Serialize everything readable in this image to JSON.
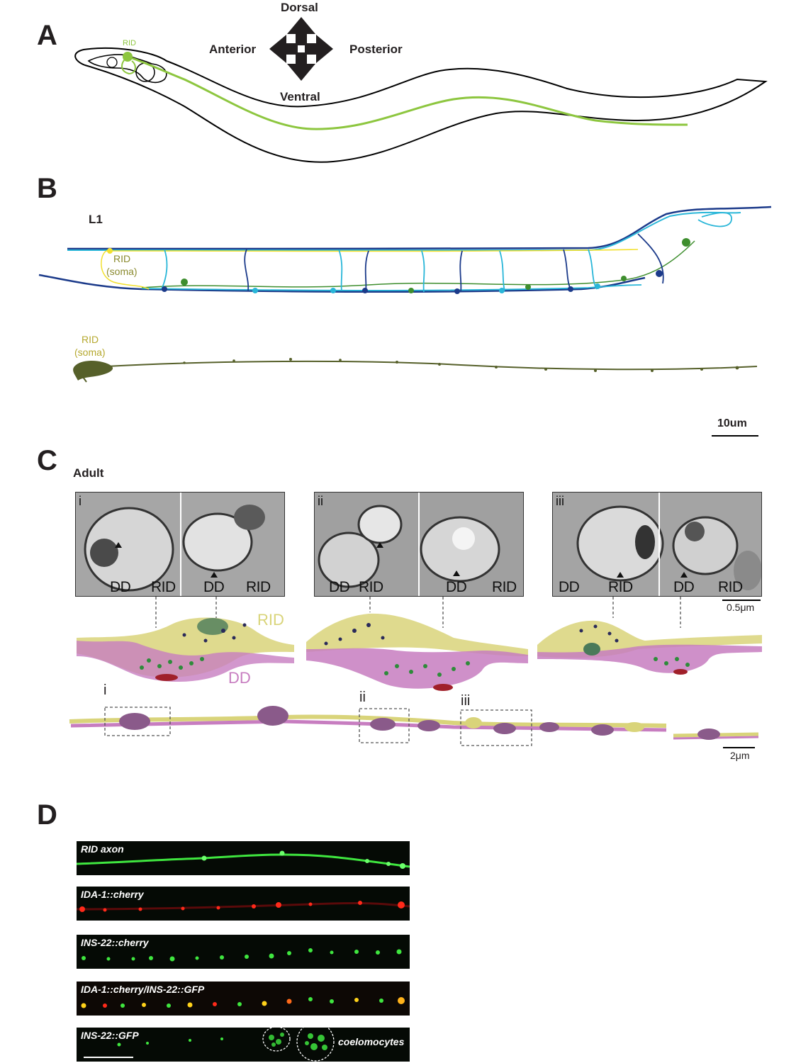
{
  "panels": {
    "A": {
      "letter": "A",
      "compass": {
        "dorsal": "Dorsal",
        "ventral": "Ventral",
        "anterior": "Anterior",
        "posterior": "Posterior"
      },
      "rid_label": "RID",
      "colors": {
        "worm": "#000000",
        "rid": "#8dc63f"
      }
    },
    "B": {
      "letter": "B",
      "stage": "L1",
      "rid_soma_top": [
        "RID",
        "(soma)"
      ],
      "rid_soma_bottom": [
        "RID",
        "(soma)"
      ],
      "scale_bar": "10um",
      "colors": {
        "navy": "#1b3a8a",
        "cyan": "#29b6d8",
        "green": "#3e8e2e",
        "yellow": "#f2e02e",
        "olive": "#8a8a2e"
      }
    },
    "C": {
      "letter": "C",
      "stage": "Adult",
      "em_insets": [
        {
          "roman": "i",
          "labels": [
            "DD",
            "RID",
            "DD",
            "RID"
          ]
        },
        {
          "roman": "ii",
          "labels": [
            "DD",
            "RID",
            "DD",
            "RID"
          ]
        },
        {
          "roman": "iii",
          "labels": [
            "DD",
            "RID",
            "DD",
            "RID"
          ]
        }
      ],
      "scale_em": "0.5μm",
      "recon_rid": "RID",
      "recon_dd": "DD",
      "box_labels": [
        "i",
        "ii",
        "iii"
      ],
      "scale_recon": "2μm",
      "colors": {
        "rid": "#d9d47a",
        "dd": "#c77dc0",
        "vesicle_dark": "#2a2a5a",
        "vesicle_green": "#2e8b3a"
      }
    },
    "D": {
      "letter": "D",
      "strips": [
        {
          "label": "RID axon",
          "color": "green"
        },
        {
          "label": "IDA-1::cherry",
          "color": "red"
        },
        {
          "label": "INS-22::cherry",
          "color": "green"
        },
        {
          "label": "IDA-1::cherry/INS-22::GFP",
          "color": "mixed"
        },
        {
          "label": "INS-22::GFP",
          "color": "green"
        }
      ],
      "coelomocytes": "coelomocytes"
    }
  }
}
